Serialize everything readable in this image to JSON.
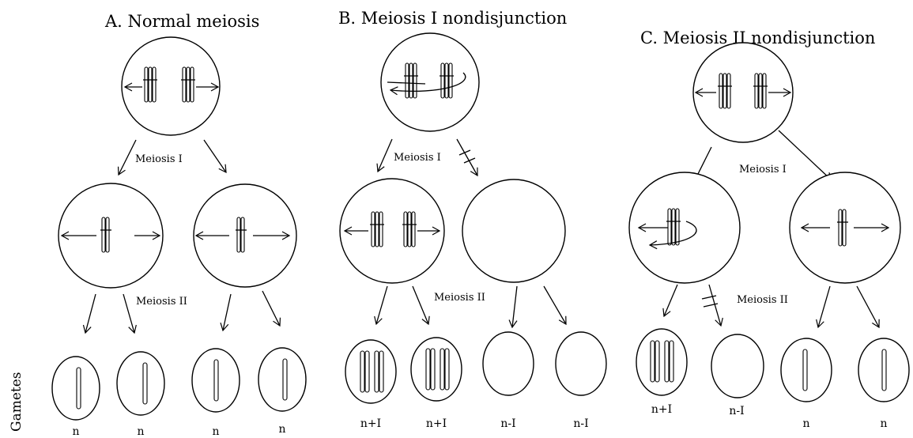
{
  "panels": [
    {
      "title": "A. Normal meiosis",
      "meiosis1": "Meiosis I",
      "meiosis2": "Meiosis II",
      "gametes": [
        "n",
        "n",
        "n",
        "n"
      ]
    },
    {
      "title": "B. Meiosis I nondisjunction",
      "meiosis1": "Meiosis I",
      "meiosis2": "Meiosis II",
      "gametes": [
        "n+I",
        "n+I",
        "n-I",
        "n-I"
      ]
    },
    {
      "title": "C. Meiosis II nondisjunction",
      "meiosis1": "Meiosis I",
      "meiosis2": "Meiosis II",
      "gametes": [
        "n+I",
        "n-I",
        "n",
        "n"
      ]
    }
  ],
  "side_label": "Gametes",
  "colors": {
    "stroke": "#000000",
    "background": "#ffffff"
  }
}
